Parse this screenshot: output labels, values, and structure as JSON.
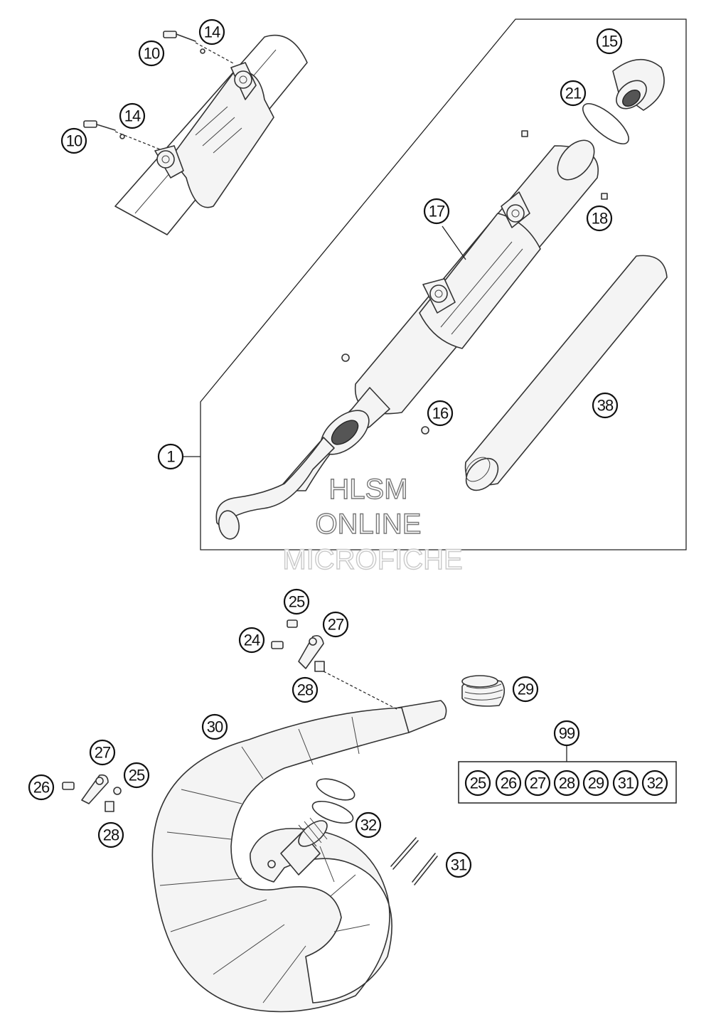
{
  "watermark": {
    "line1": "HLSM",
    "line2": "ONLINE",
    "line3": "MICROFICHE"
  },
  "callouts": {
    "c1": "1",
    "c10a": "10",
    "c10b": "10",
    "c14a": "14",
    "c14b": "14",
    "c15": "15",
    "c16": "16",
    "c17": "17",
    "c18": "18",
    "c21": "21",
    "c24": "24",
    "c25a": "25",
    "c25b": "25",
    "c26": "26",
    "c27a": "27",
    "c27b": "27",
    "c28a": "28",
    "c28b": "28",
    "c29": "29",
    "c30": "30",
    "c31": "31",
    "c32": "32",
    "c38": "38",
    "c99": "99"
  },
  "kit_contents": [
    "25",
    "26",
    "27",
    "28",
    "29",
    "31",
    "32"
  ],
  "colors": {
    "line": "#333333",
    "callout_border": "#111111",
    "background": "#ffffff"
  }
}
